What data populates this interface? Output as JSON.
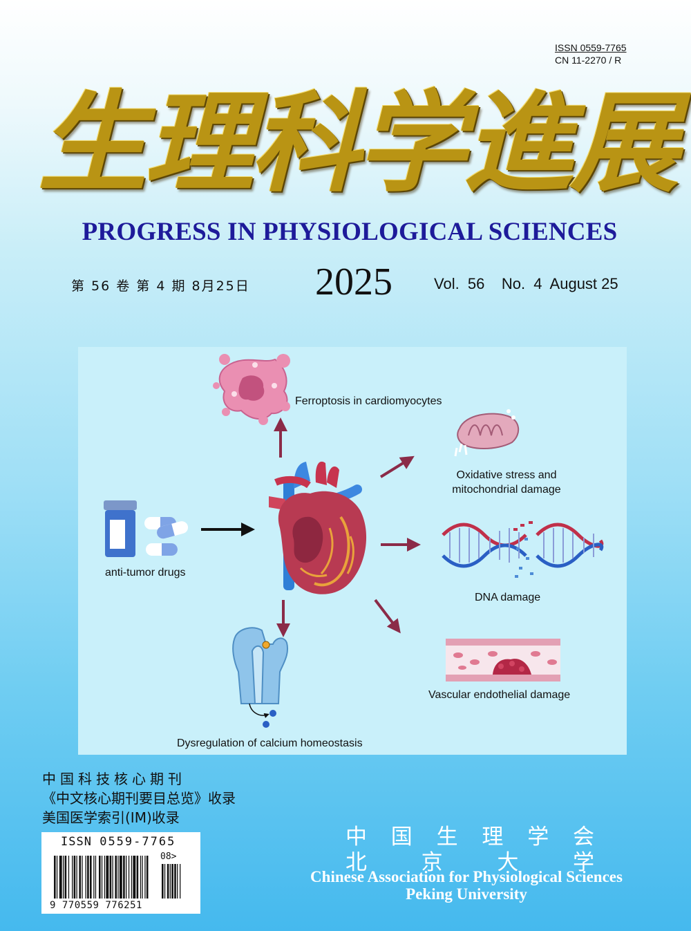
{
  "issn_top": {
    "line1": "ISSN 0559-7765",
    "line2": "CN  11-2270 / R"
  },
  "title_cn": [
    "生",
    "理",
    "科",
    "学",
    "進",
    "展"
  ],
  "title_en": "PROGRESS IN PHYSIOLOGICAL SCIENCES",
  "issue_cn": "第 56 卷  第 4 期  8月25日",
  "year": "2025",
  "issue_en": "Vol.  56    No.  4  August 25",
  "figure": {
    "labels": {
      "ferroptosis": "Ferroptosis in cardiomyocytes",
      "oxidative_l1": "Oxidative stress and",
      "oxidative_l2": "mitochondrial damage",
      "drugs": "anti-tumor drugs",
      "dna": "DNA damage",
      "vascular": "Vascular endothelial damage",
      "calcium": "Dysregulation of calcium homeostasis"
    },
    "colors": {
      "arrow": "#8b2b48",
      "heart": "#b83a52",
      "vessel_blue": "#2f7fd6",
      "panel": "#c9f0fa"
    }
  },
  "indexing_cn": {
    "line1": "中国科技核心期刊",
    "line2": "《中文核心期刊要目总览》收录",
    "line3": "美国医学索引(IM)收录"
  },
  "barcode": {
    "issn_prefix": "ISSN",
    "issn_number": "0559-7765",
    "digits": "9 770559 776251",
    "addon": "08>"
  },
  "publisher_cn": {
    "line1": [
      "中",
      "国",
      "生",
      "理",
      "学",
      "会"
    ],
    "line2": [
      "北",
      "京",
      "大",
      "学"
    ]
  },
  "publisher_en": {
    "line1": "Chinese Association for Physiological Sciences",
    "line2": "Peking University"
  }
}
